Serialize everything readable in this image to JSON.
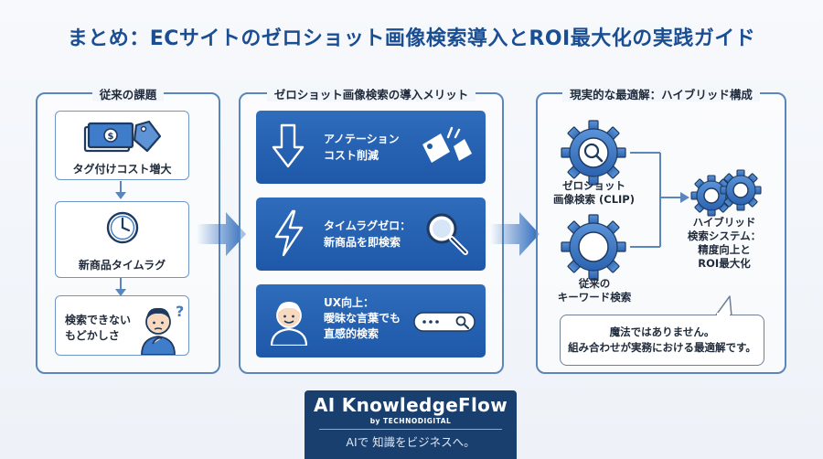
{
  "title": "まとめ：ECサイトのゼロショット画像検索導入とROI最大化の実践ガイド",
  "left_panel": {
    "title": "従来の課題",
    "items": [
      {
        "label": "タグ付けコスト増大",
        "icon": "money-tag-icon"
      },
      {
        "label": "新商品タイムラグ",
        "icon": "clock-icon"
      },
      {
        "label_lines": [
          "検索できない",
          "もどかしさ"
        ],
        "icon": "confused-person-icon"
      }
    ]
  },
  "middle_panel": {
    "title": "ゼロショット画像検索の導入メリット",
    "items": [
      {
        "lines": [
          "アノテーション",
          "コスト削減"
        ],
        "icon_left": "down-arrow-icon",
        "icon_right": "cut-tag-icon"
      },
      {
        "lines": [
          "タイムラグゼロ：",
          "新商品を即検索"
        ],
        "icon_left": "lightning-icon",
        "icon_right": "magnifier-icon"
      },
      {
        "lines": [
          "UX向上：",
          "曖昧な言葉でも",
          "直感的検索"
        ],
        "icon_left": "smiling-person-icon",
        "icon_right": "search-bar-icon"
      }
    ]
  },
  "right_panel": {
    "title": "現実的な最適解：ハイブリッド構成",
    "zero_shot_label": [
      "ゼロショット",
      "画像検索 (CLIP)"
    ],
    "keyword_label": [
      "従来の",
      "キーワード検索"
    ],
    "hybrid_label": [
      "ハイブリッド",
      "検索システム：",
      "精度向上と",
      "ROI最大化"
    ],
    "bubble_lines": [
      "魔法ではありません。",
      "組み合わせが実務における最適解です。"
    ]
  },
  "logo": {
    "brand": "AI KnowledgeFlow",
    "by": "by TECHNODIGITAL",
    "tagline": "AIで 知識をビジネスへ。"
  },
  "colors": {
    "primary": "#1f58a8",
    "accent": "#2f6cbc",
    "title": "#1a4e93",
    "border": "#5b86bd"
  }
}
